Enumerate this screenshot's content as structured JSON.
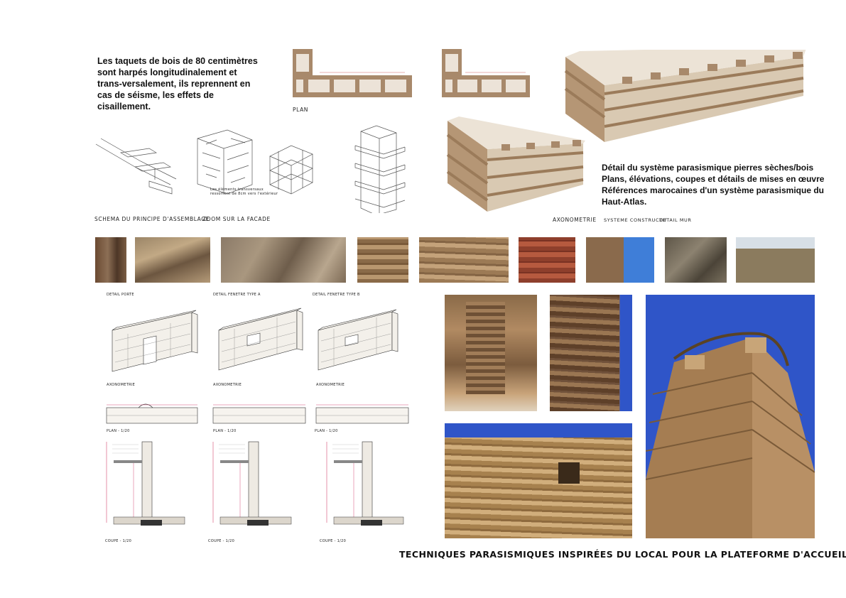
{
  "intro_text": "Les taquets de bois de 80 centimètres sont harpés longitudinalement et trans-versalement, ils reprennent en cas de séisme, les effets de cisaillement.",
  "description": {
    "line1": "Détail du système parasismique pierres sèches/bois",
    "line2": "Plans, élévations, coupes et détails de mises en œuvre",
    "line3": "Références marocaines d'un système parasismique du Haut-Atlas."
  },
  "labels": {
    "plan": "PLAN",
    "schema": "SCHEMA DU PRINCIPE D'ASSEMBLAGE",
    "zoom": "ZOOM SUR LA FACADE",
    "axonometrie_main": "AXONOMETRIE",
    "systeme": "SYSTEME CONSTRUCTIF",
    "detail_mur": "DETAIL MUR",
    "zoom_note": "Les éléments transversaux ressortent de 8cm vers l'extérieur",
    "detail_porte": "DETAIL PORTE",
    "detail_fenetre_a": "DETAIL FENETRE TYPE A",
    "detail_fenetre_b": "DETAIL FENETRE TYPE B",
    "axonometrie_1": "AXONOMETRIE",
    "axonometrie_2": "AXONOMETRIE",
    "axonometrie_3": "AXONOMETRIE",
    "plan_1": "PLAN - 1/20",
    "plan_2": "PLAN - 1/20",
    "plan_3": "PLAN - 1/20",
    "coupe_1": "COUPE - 1/20",
    "coupe_2": "COUPE - 1/20",
    "coupe_3": "COUPE - 1/20"
  },
  "title": "TECHNIQUES PARASISMIQUES INSPIRÉES DU LOCAL POUR LA PLATEFORME D'ACCUEIL",
  "colors": {
    "wood": "#a8896b",
    "wood_dark": "#8a6d50",
    "stone": "#e8dfd2",
    "sky": "#2f55c8",
    "rock": "#b89065"
  }
}
